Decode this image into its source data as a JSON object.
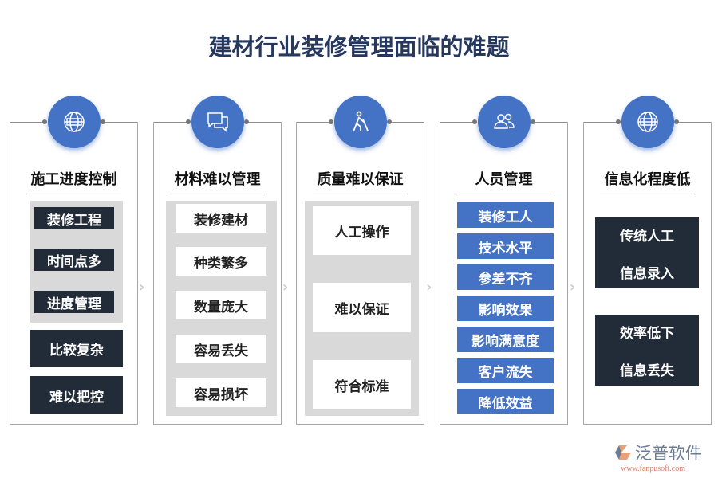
{
  "title": "建材行业装修管理面临的难题",
  "columns": [
    {
      "title": "施工进度控制",
      "icon": "globe-icon",
      "group": [
        "装修工程",
        "时间点多",
        "进度管理"
      ],
      "items": [
        "比较复杂",
        "难以把控"
      ]
    },
    {
      "title": "材料难以管理",
      "icon": "chat-icon",
      "items": [
        "装修建材",
        "种类繁多",
        "数量庞大",
        "容易丢失",
        "容易损坏"
      ]
    },
    {
      "title": "质量难以保证",
      "icon": "worker-icon",
      "items": [
        "人工操作",
        "难以保证",
        "符合标准"
      ]
    },
    {
      "title": "人员管理",
      "icon": "people-icon",
      "items": [
        "装修工人",
        "技术水平",
        "参差不齐",
        "影响效果",
        "影响满意度",
        "客户流失",
        "降低效益"
      ]
    },
    {
      "title": "信息化程度低",
      "icon": "globe-icon",
      "items": [
        [
          "传统人工",
          "信息录入"
        ],
        [
          "效率低下",
          "信息丢失"
        ]
      ]
    }
  ],
  "logo": {
    "name": "泛普软件",
    "url": "www.fanpusoft.com"
  },
  "colors": {
    "blue": "#4472c4",
    "dark": "#222b38",
    "panel": "#d9d9d9",
    "title": "#27385f"
  }
}
